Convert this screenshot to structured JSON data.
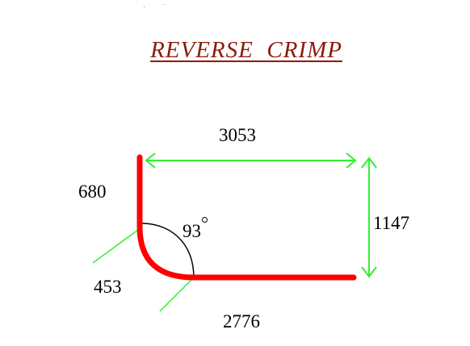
{
  "title": "REVERSE  CRIMP",
  "dimensions": {
    "top_width": "3053",
    "vertical_leg": "680",
    "angle": "93",
    "right_height": "1147",
    "bend_radius": "453",
    "bottom_length": "2776"
  },
  "colors": {
    "title": "#8b1a0a",
    "profile": "#ff0000",
    "dimension_lines": "#33ee33",
    "text": "#000000"
  }
}
